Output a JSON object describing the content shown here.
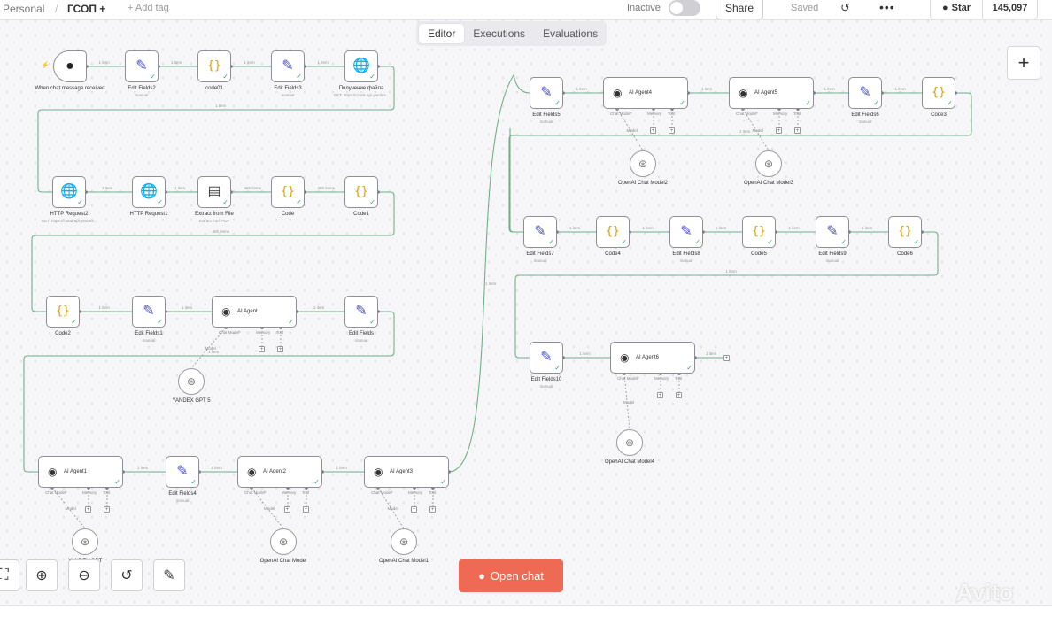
{
  "header": {
    "breadcrumb": "Personal",
    "separator": "/",
    "workflow_name": "ГСОП +",
    "add_tag": "+ Add tag",
    "status_label": "Inactive",
    "share": "Share",
    "saved": "Saved",
    "github_star": "Star",
    "github_count": "145,097"
  },
  "tabs": [
    {
      "label": "Editor",
      "active": true
    },
    {
      "label": "Executions",
      "active": false
    },
    {
      "label": "Evaluations",
      "active": false
    }
  ],
  "open_chat": "Open chat",
  "watermark": "Avito",
  "icons": {
    "history": "history-icon",
    "more": "more-icon",
    "github": "github-icon",
    "zoom_in": "zoom-in-icon",
    "zoom_out": "zoom-out-icon",
    "reset": "reset-icon",
    "tidy": "tidy-icon"
  },
  "nodes": [
    {
      "id": "trigger",
      "name": "When chat message received",
      "sub": "",
      "kind": "trigger",
      "icon": "chat-icon"
    },
    {
      "id": "ef2",
      "name": "Edit Fields2",
      "sub": "manual",
      "kind": "pen"
    },
    {
      "id": "code01",
      "name": "code01",
      "sub": "",
      "kind": "brace"
    },
    {
      "id": "ef3",
      "name": "Edit Fields3",
      "sub": "manual",
      "kind": "pen"
    },
    {
      "id": "get_file",
      "name": "Получение файла",
      "sub": "GET: https://ccsnk.api.yandex...",
      "kind": "globe"
    },
    {
      "id": "http2",
      "name": "HTTP Request2",
      "sub": "GET: https://cloud-api.yandex...",
      "kind": "globe"
    },
    {
      "id": "http1",
      "name": "HTTP Request1",
      "sub": "",
      "kind": "globe"
    },
    {
      "id": "extract",
      "name": "Extract from File",
      "sub": "Extract from PDF",
      "kind": "doc"
    },
    {
      "id": "code",
      "name": "Code",
      "sub": "",
      "kind": "brace"
    },
    {
      "id": "code1",
      "name": "Code1",
      "sub": "",
      "kind": "brace"
    },
    {
      "id": "code2",
      "name": "Code2",
      "sub": "",
      "kind": "brace"
    },
    {
      "id": "ef1",
      "name": "Edit Fields1",
      "sub": "manual",
      "kind": "pen"
    },
    {
      "id": "agent",
      "name": "AI Agent",
      "sub": "",
      "kind": "agent"
    },
    {
      "id": "ef",
      "name": "Edit Fields",
      "sub": "manual",
      "kind": "pen"
    },
    {
      "id": "agent1",
      "name": "AI Agent1",
      "sub": "",
      "kind": "agent"
    },
    {
      "id": "ef4",
      "name": "Edit Fields4",
      "sub": "manual",
      "kind": "pen"
    },
    {
      "id": "agent2",
      "name": "AI Agent2",
      "sub": "",
      "kind": "agent"
    },
    {
      "id": "agent3",
      "name": "AI Agent3",
      "sub": "",
      "kind": "agent"
    },
    {
      "id": "ef5",
      "name": "Edit Fields5",
      "sub": "manual",
      "kind": "pen"
    },
    {
      "id": "agent4",
      "name": "AI Agent4",
      "sub": "",
      "kind": "agent"
    },
    {
      "id": "agent5",
      "name": "AI Agent5",
      "sub": "",
      "kind": "agent"
    },
    {
      "id": "ef6",
      "name": "Edit Fields6",
      "sub": "manual",
      "kind": "pen"
    },
    {
      "id": "code3",
      "name": "Code3",
      "sub": "",
      "kind": "brace"
    },
    {
      "id": "ef7",
      "name": "Edit Fields7",
      "sub": "manual",
      "kind": "pen"
    },
    {
      "id": "code4",
      "name": "Code4",
      "sub": "",
      "kind": "brace"
    },
    {
      "id": "ef8",
      "name": "Edit Fields8",
      "sub": "manual",
      "kind": "pen"
    },
    {
      "id": "code5",
      "name": "Code5",
      "sub": "",
      "kind": "brace"
    },
    {
      "id": "ef9",
      "name": "Edit Fields9",
      "sub": "manual",
      "kind": "pen"
    },
    {
      "id": "code6",
      "name": "Code6",
      "sub": "",
      "kind": "brace"
    },
    {
      "id": "ef10",
      "name": "Edit Fields10",
      "sub": "manual",
      "kind": "pen"
    },
    {
      "id": "agent6",
      "name": "AI Agent6",
      "sub": "",
      "kind": "agent"
    }
  ],
  "models": [
    {
      "id": "m_yandex",
      "name": "YANDEX GPT 5"
    },
    {
      "id": "m_a1",
      "name": "YANDEX GPT"
    },
    {
      "id": "m_a2",
      "name": "OpenAI Chat Model"
    },
    {
      "id": "m_a3",
      "name": "OpenAI Chat Model1"
    },
    {
      "id": "m_a4",
      "name": "OpenAI Chat Model2"
    },
    {
      "id": "m_a5",
      "name": "OpenAI Chat Model3"
    },
    {
      "id": "m_a6",
      "name": "OpenAI Chat Model4"
    }
  ],
  "port_labels": {
    "chat_model": "Chat Model*",
    "memory": "Memory",
    "tool": "Tool",
    "model": "Model"
  },
  "edge_labels": {
    "one_item": "1 item",
    "items_465": "465 items"
  }
}
